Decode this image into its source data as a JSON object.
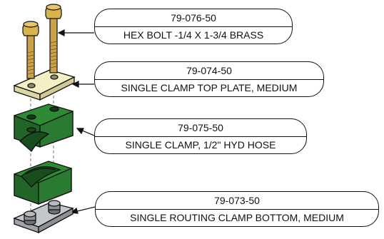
{
  "callouts": [
    {
      "part_number": "79-076-50",
      "description": "HEX BOLT -1/4 X 1-3/4 BRASS"
    },
    {
      "part_number": "79-074-50",
      "description": "SINGLE CLAMP TOP PLATE, MEDIUM"
    },
    {
      "part_number": "79-075-50",
      "description": "SINGLE CLAMP, 1/2\" HYD HOSE"
    },
    {
      "part_number": "79-073-50",
      "description": "SINGLE ROUTING CLAMP BOTTOM, MEDIUM"
    }
  ],
  "colors": {
    "bolt": "#d8b24a",
    "top_plate": "#f4efc4",
    "clamp": "#2f8a36",
    "bottom_plate": "#c3c6ca",
    "outline": "#111111"
  }
}
